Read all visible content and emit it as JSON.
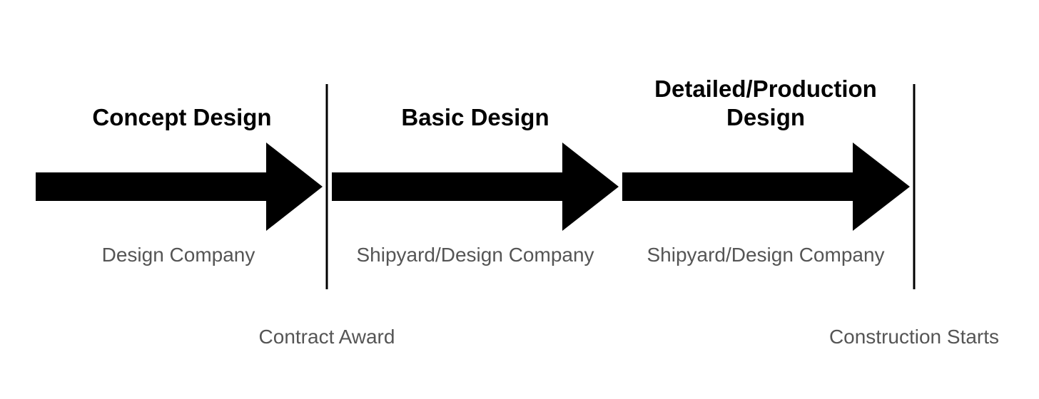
{
  "colors": {
    "arrow": "#000000",
    "divider": "#000000",
    "title_text": "#000000",
    "owner_text": "#555555",
    "milestone_text": "#555555",
    "background": "#ffffff"
  },
  "phases": [
    {
      "title": "Concept Design",
      "owner": "Design Company"
    },
    {
      "title": "Basic Design",
      "owner": "Shipyard/Design Company"
    },
    {
      "title": "Detailed/Production Design",
      "owner": "Shipyard/Design Company"
    }
  ],
  "milestones": [
    {
      "label": "Contract Award"
    },
    {
      "label": "Construction Starts"
    }
  ]
}
